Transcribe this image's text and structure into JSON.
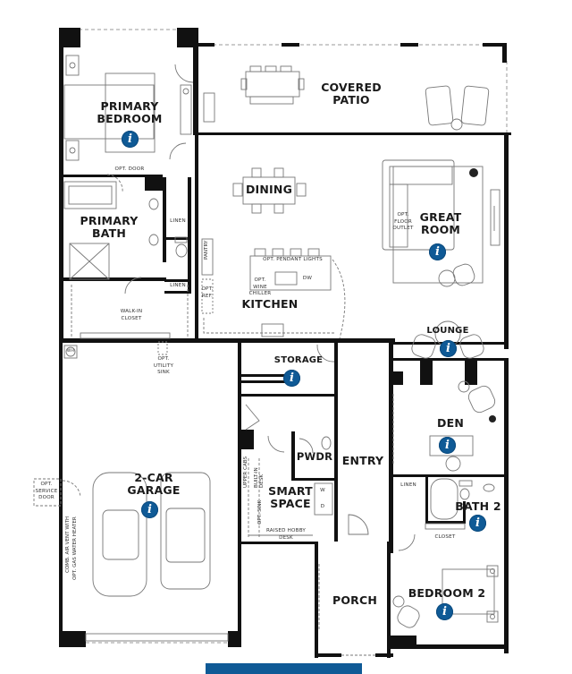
{
  "floorplan": {
    "rooms": [
      {
        "id": "primary-bedroom",
        "label": "PRIMARY\nBEDROOM",
        "info": "i"
      },
      {
        "id": "covered-patio",
        "label": "COVERED\nPATIO"
      },
      {
        "id": "primary-bath",
        "label": "PRIMARY\nBATH"
      },
      {
        "id": "dining",
        "label": "DINING"
      },
      {
        "id": "great-room",
        "label": "GREAT\nROOM",
        "info": "i"
      },
      {
        "id": "kitchen",
        "label": "KITCHEN"
      },
      {
        "id": "lounge",
        "label": "LOUNGE",
        "info": "i"
      },
      {
        "id": "storage",
        "label": "STORAGE",
        "info": "i"
      },
      {
        "id": "den",
        "label": "DEN",
        "info": "i"
      },
      {
        "id": "pwdr",
        "label": "PWDR"
      },
      {
        "id": "entry",
        "label": "ENTRY"
      },
      {
        "id": "garage",
        "label": "2-CAR\nGARAGE",
        "info": "i"
      },
      {
        "id": "smart-space",
        "label": "SMART\nSPACE"
      },
      {
        "id": "bath-2",
        "label": "BATH 2",
        "info": "i"
      },
      {
        "id": "porch",
        "label": "PORCH"
      },
      {
        "id": "bedroom-2",
        "label": "BEDROOM 2",
        "info": "i"
      }
    ],
    "annotations": {
      "opt_door": "OPT. DOOR",
      "linen_1": "LINEN",
      "linen_2": "LINEN",
      "linen_3": "LINEN",
      "pantry": "PANTRY",
      "opt_ref": "OPT.\nREF.",
      "walk_in_closet": "WALK-IN\nCLOSET",
      "opt_pendant_lights": "OPT. PENDANT LIGHTS",
      "opt_wine_chiller": "OPT.\nWINE\nCHILLER",
      "dw": "DW",
      "opt_floor_outlet": "OPT.\nFLOOR\nOUTLET",
      "wh": "WH",
      "opt_utility_sink": "OPT.\nUTILITY\nSINK",
      "opt_service_door": "OPT.\nSERVICE\nDOOR",
      "comb_air_vent": "COMB. AIR VENT WITH",
      "opt_gas_water_heater": "OPT. GAS WATER HEATER",
      "upper_cabs": "UPPER CABS",
      "built_in_desk": "BUILT-IN\nDESK",
      "opt_sink": "OPT. SINK",
      "raised_hobby_desk": "RAISED HOBBY\nDESK",
      "closet": "CLOSET",
      "w": "W",
      "d": "D"
    },
    "info_icon_glyph": "i",
    "colors": {
      "wall": "#111111",
      "line": "#8a8a8a",
      "info": "#0f5a96",
      "bar": "#0f5a96"
    }
  }
}
